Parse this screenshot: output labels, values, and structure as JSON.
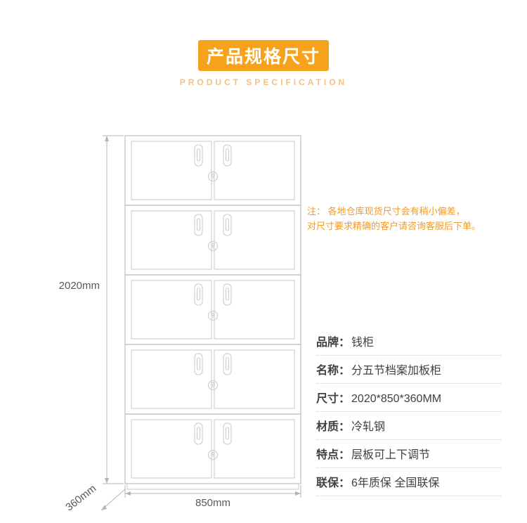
{
  "header": {
    "title": "产品规格尺寸",
    "subtitle": "PRODUCT SPECIFICATION"
  },
  "note": {
    "line1": "注： 各地仓库现货尺寸会有稍小偏差，",
    "line2": "对尺寸要求精确的客户请咨询客服后下单。"
  },
  "dimensions": {
    "height": "2020mm",
    "depth": "360mm",
    "width": "850mm"
  },
  "specs": [
    {
      "label": "品牌：",
      "value": "钱柜"
    },
    {
      "label": "名称：",
      "value": "分五节档案加板柜"
    },
    {
      "label": "尺寸：",
      "value": "2020*850*360MM"
    },
    {
      "label": "材质：",
      "value": "冷轧钢"
    },
    {
      "label": "特点：",
      "value": "层板可上下调节"
    },
    {
      "label": "联保：",
      "value": "6年质保 全国联保"
    }
  ],
  "colors": {
    "accent": "#f7a21b",
    "drawing_line": "#c7c7c7",
    "dimension_text": "#5a5a5a"
  }
}
